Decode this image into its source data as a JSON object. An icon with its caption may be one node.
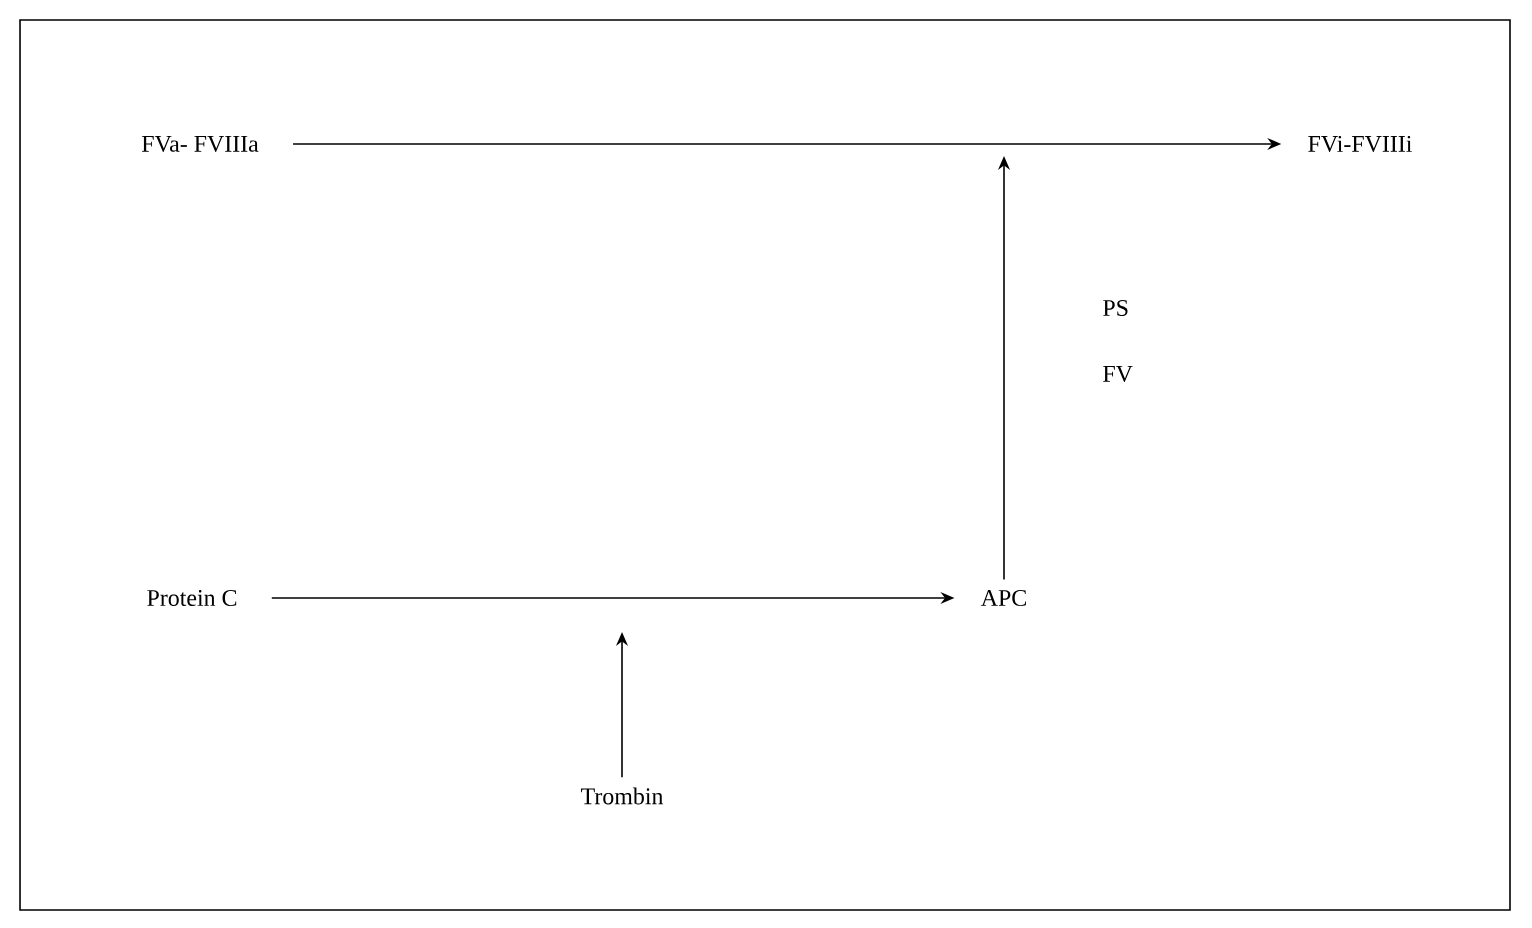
{
  "diagram": {
    "nodes": [
      {
        "text": [
          "FVa- FVIIIa"
        ]
      },
      {
        "text": [
          "FVi-FVIIIi"
        ]
      },
      {
        "text": [
          "Protein C"
        ]
      },
      {
        "text": [
          "APC"
        ]
      },
      {
        "text": [
          "Trombin"
        ]
      }
    ],
    "edges": [
      {
        "from": 0,
        "to": 1,
        "arrow": "to"
      },
      {
        "from": 2,
        "to": 3,
        "arrow": "to"
      },
      {
        "from": 4,
        "to": null,
        "arrow": "to"
      },
      {
        "from": 3,
        "to": null,
        "arrow": "to"
      }
    ],
    "labels": [
      "PS",
      "FV"
    ]
  }
}
